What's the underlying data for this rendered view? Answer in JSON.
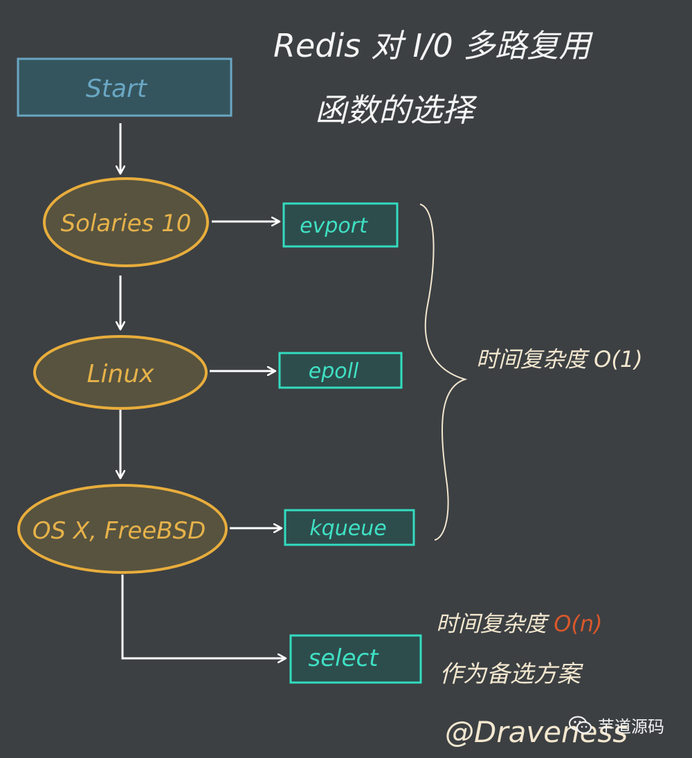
{
  "title": {
    "line1": "Redis 对 I/0 多路复用",
    "line2": "函数的选择"
  },
  "nodes": {
    "start": "Start",
    "solaris": "Solaries 10",
    "linux": "Linux",
    "osx": "OS X, FreeBSD"
  },
  "functions": {
    "evport": "evport",
    "epoll": "epoll",
    "kqueue": "kqueue",
    "select": "select"
  },
  "annotations": {
    "o1": "时间复杂度 O(1)",
    "on_prefix": "时间复杂度 ",
    "on_value": "O(n)",
    "fallback": "作为备选方案"
  },
  "signature": "@Draveness",
  "watermark": {
    "icon": "wechat-icon",
    "text": "芋道源码"
  },
  "colors": {
    "background": "#3c4043",
    "start_stroke": "#6aa7c4",
    "start_fill": "#35555e",
    "ellipse_stroke": "#e8ad3c",
    "ellipse_fill": "#57533f",
    "ellipse_text": "#e6b24a",
    "box_stroke": "#33dcc0",
    "box_fill": "#2d4d4c",
    "box_text": "#3fe0c4",
    "arrow": "#ffffff",
    "annotation": "#f3e7cf",
    "on_value": "#d9582b"
  }
}
